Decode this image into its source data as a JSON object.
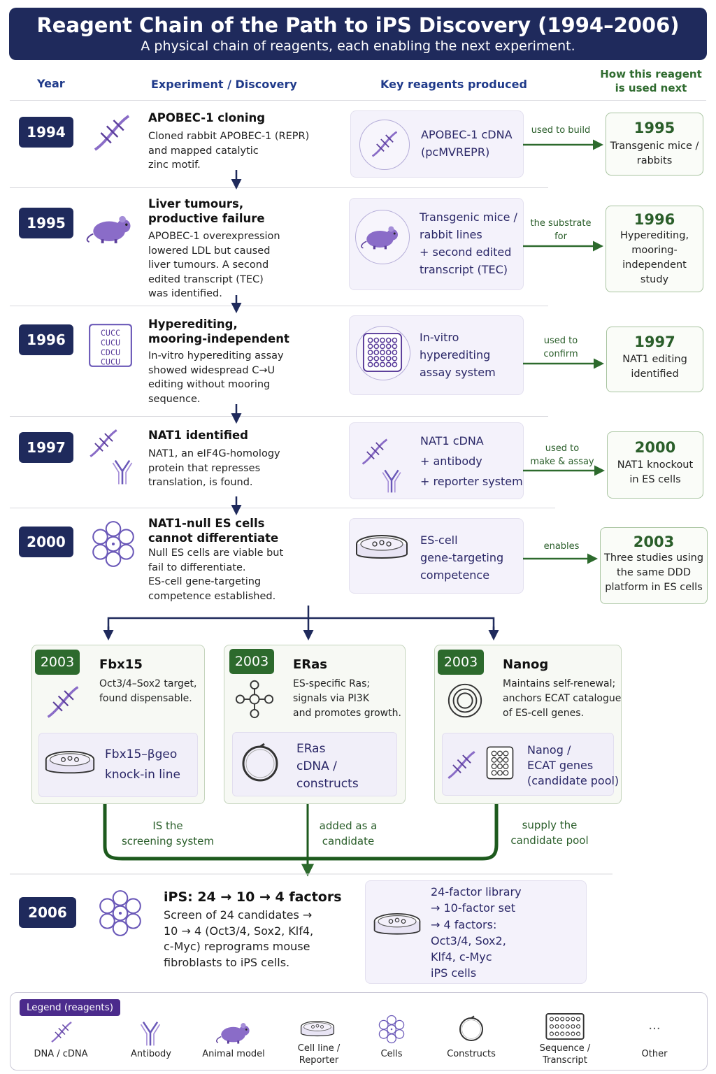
{
  "header": {
    "title": "Reagent Chain of the Path to iPS Discovery (1994–2006)",
    "subtitle": "A physical chain of reagents, each enabling the next experiment."
  },
  "columns": {
    "year": "Year",
    "experiment": "Experiment / Discovery",
    "reagents": "Key reagents produced",
    "next": "How this reagent\nis used next"
  },
  "rows": [
    {
      "year": "1994",
      "title": "APOBEC-1 cloning",
      "desc": "Cloned rabbit APOBEC-1 (REPR)\nand mapped catalytic\nzinc motif.",
      "reagent": "APOBEC-1 cDNA\n(pcMVREPR)",
      "conn": "used to build",
      "next_year": "1995",
      "next_text": "Transgenic mice /\nrabbits"
    },
    {
      "year": "1995",
      "title": "Liver tumours,\nproductive failure",
      "desc": "APOBEC-1 overexpression\nlowered LDL but caused\nliver tumours. A second\nedited transcript (TEC)\nwas identified.",
      "reagent": "Transgenic mice /\nrabbit lines\n+ second edited\ntranscript (TEC)",
      "conn": "the substrate\nfor",
      "next_year": "1996",
      "next_text": "Hyperediting,\nmooring-\nindependent\nstudy"
    },
    {
      "year": "1996",
      "title": "Hyperediting,\nmooring-independent",
      "desc": "In-vitro hyperediting assay\nshowed widespread C→U\nediting without mooring\nsequence.",
      "reagent": "In-vitro\nhyperediting\nassay system",
      "conn": "used to\nconfirm",
      "next_year": "1997",
      "next_text": "NAT1 editing\nidentified"
    },
    {
      "year": "1997",
      "title": "NAT1 identified",
      "desc": "NAT1, an eIF4G-homology\nprotein that represses\ntranslation, is found.",
      "reagent": "NAT1 cDNA\n+ antibody\n+ reporter system",
      "conn": "used to\nmake & assay",
      "next_year": "2000",
      "next_text": "NAT1 knockout\nin ES cells"
    },
    {
      "year": "2000",
      "title": "NAT1-null ES cells\ncannot differentiate",
      "desc": "Null ES cells are viable but\nfail to differentiate.\nES-cell gene-targeting\ncompetence established.",
      "reagent": "ES-cell\ngene-targeting\ncompetence",
      "conn": "enables",
      "next_year": "2003",
      "next_text": "Three studies using\nthe same DDD\nplatform in ES cells"
    }
  ],
  "branches": [
    {
      "year": "2003",
      "title": "Fbx15",
      "desc": "Oct3/4–Sox2 target,\nfound dispensable.",
      "reagent": "Fbx15–βgeo\nknock-in line",
      "arrow_label": "IS the\nscreening system"
    },
    {
      "year": "2003",
      "title": "ERas",
      "desc": "ES-specific Ras;\nsignals via PI3K\nand promotes growth.",
      "reagent": "ERas\ncDNA /\nconstructs",
      "arrow_label": "added as a\ncandidate"
    },
    {
      "year": "2003",
      "title": "Nanog",
      "desc": "Maintains self-renewal;\nanchors ECAT catalogue\nof ES-cell genes.",
      "reagent": "Nanog /\nECAT genes\n(candidate pool)",
      "arrow_label": "supply the\ncandidate pool"
    }
  ],
  "final": {
    "year": "2006",
    "title": "iPS: 24 → 10 → 4 factors",
    "desc": "Screen of 24 candidates →\n10 → 4 (Oct3/4, Sox2, Klf4,\nc-Myc) reprograms mouse\nfibroblasts to iPS cells.",
    "reagent": "24-factor library\n→ 10-factor set\n→ 4 factors:\nOct3/4, Sox2,\nKlf4, c-Myc\niPS cells"
  },
  "legend": {
    "title": "Legend (reagents)",
    "items": [
      "DNA / cDNA",
      "Antibody",
      "Animal model",
      "Cell line /\nReporter",
      "Cells",
      "Constructs",
      "Sequence /\nTranscript",
      "Other"
    ],
    "other_symbol": "···"
  },
  "icons": [
    "dna-icon",
    "mouse-icon",
    "sequence-grid-icon",
    "antibody-icon",
    "cells-icon",
    "petri-dish-icon",
    "construct-ring-icon",
    "nested-circle-icon",
    "signaling-network-icon",
    "well-plate-icon"
  ],
  "colors": {
    "navy": "#1f2a5c",
    "green": "#2d6a2d",
    "purple": "#6a58b8",
    "lavender": "#f4f2fb"
  }
}
